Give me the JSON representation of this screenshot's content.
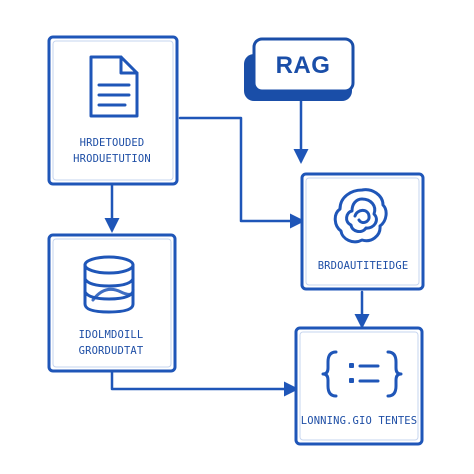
{
  "diagram": {
    "badge": {
      "label": "RAG",
      "accent_color": "#1f56b8"
    },
    "nodes": {
      "document": {
        "line_1": "HRDETOUDED",
        "line_2": "HRODUETUTION",
        "icon": "document-icon"
      },
      "database": {
        "line_1": "IDOLMDOILL",
        "line_2": "GRORDUDTAT",
        "icon": "database-stack-icon"
      },
      "brain": {
        "line_1": "BRDOAUTITEIDGE",
        "icon": "neural-knot-icon"
      },
      "output": {
        "line_1": "LONNING.GIO TENTES",
        "icon": "code-braces-icon"
      }
    },
    "colors": {
      "stroke": "#1f56b8",
      "text": "#1f4fa6",
      "background": "#ffffff"
    }
  }
}
